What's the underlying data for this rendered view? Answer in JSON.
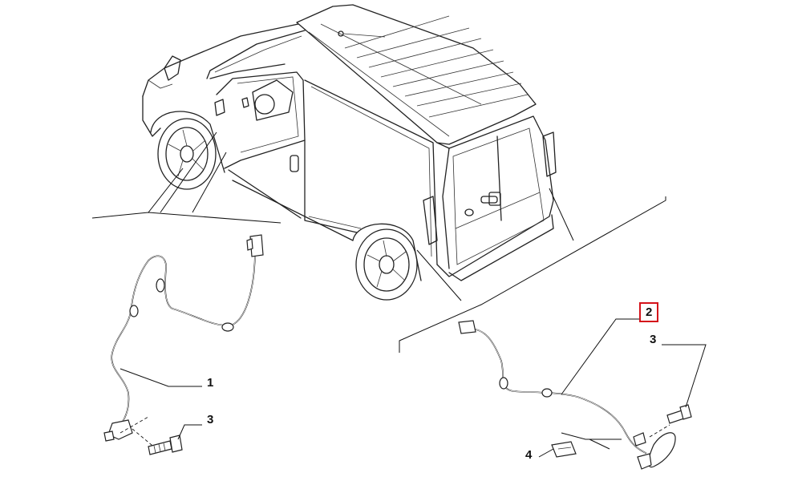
{
  "callouts": [
    {
      "id": "left-sensor-cable",
      "text": "1"
    },
    {
      "id": "right-sensor-cable",
      "text": "2",
      "highlighted": true
    },
    {
      "id": "right-screw",
      "text": "3"
    },
    {
      "id": "left-screw",
      "text": "3"
    },
    {
      "id": "bracket",
      "text": "4"
    }
  ],
  "colors": {
    "line": "#222222",
    "highlight": "#d4121a",
    "background": "#ffffff"
  }
}
